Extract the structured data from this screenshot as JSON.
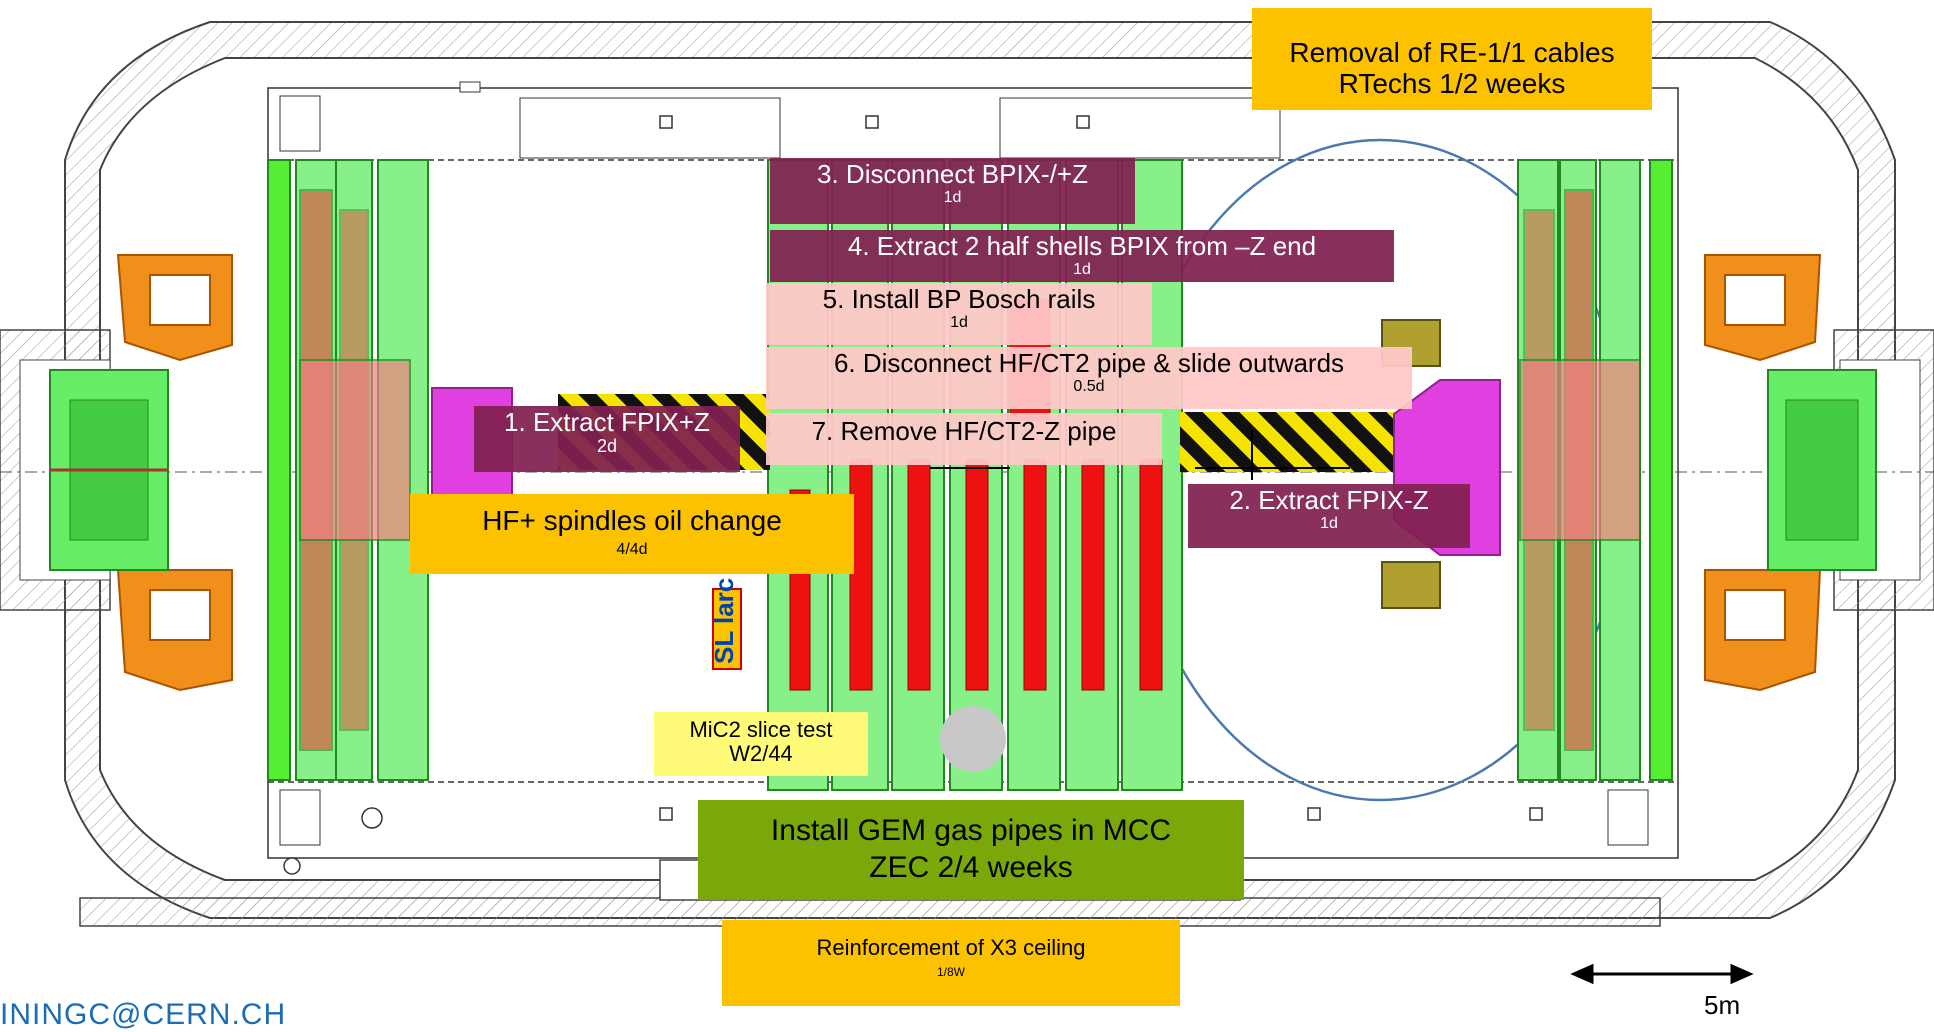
{
  "labels": {
    "extract_fpix_plus": {
      "main": "1. Extract FPIX+Z",
      "sub": "2d"
    },
    "extract_fpix_minus": {
      "main": "2. Extract FPIX-Z",
      "sub": "1d"
    },
    "disconnect_bpix": {
      "main": "3. Disconnect BPIX-/+Z",
      "sub": "1d"
    },
    "extract_half_shells": {
      "main": "4. Extract 2 half shells BPIX from –Z end",
      "sub": "1d"
    },
    "install_bp_rails": {
      "main": "5. Install BP Bosch rails",
      "sub": "1d"
    },
    "disconnect_hf_pipe": {
      "main": "6. Disconnect HF/CT2 pipe & slide outwards",
      "sub": "0.5d"
    },
    "remove_hf_pipe": {
      "main": "7. Remove HF/CT2-Z pipe",
      "sub": ""
    },
    "hf_spindles": {
      "main": "HF+ spindles oil change",
      "sub": "4/4d"
    },
    "removal_re_cables": {
      "line1": "Removal of RE-1/1 cables",
      "line2": "RTechs   1/2 weeks"
    },
    "install_gem_pipes": {
      "line1": "Install GEM gas pipes in MCC",
      "line2": "ZEC   2/4 weeks"
    },
    "reinforcement_x3": {
      "main": "Reinforcement of X3 ceiling",
      "sub": "1/8W"
    },
    "mic2_slice_test": {
      "line1": "MiC2 slice test",
      "line2": "W2/44"
    }
  },
  "vertical_tag": "SL larc",
  "scale": {
    "label": "5m"
  },
  "footer_text": "ININGC@CERN.CH",
  "colors": {
    "green": "#66ee66",
    "red": "#ee1111",
    "orange": "#f0901a",
    "magenta": "#e040e0",
    "maroon": "#802050",
    "pink": "#ffc8c8",
    "gold": "#fcc200",
    "olive": "#7aa80a",
    "light_yellow": "#fffb78",
    "footer_blue": "#1a6db5"
  }
}
